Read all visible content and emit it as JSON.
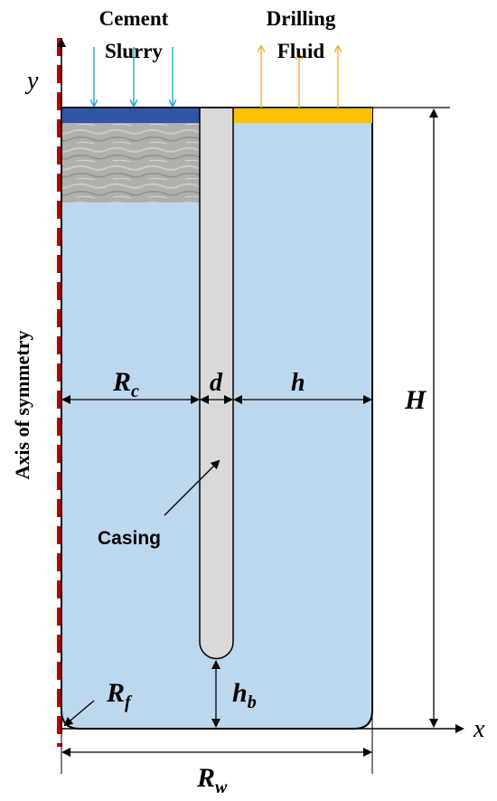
{
  "diagram": {
    "top_labels": {
      "cement_line1": "Cement",
      "cement_line2": "Slurry",
      "drilling_line1": "Drilling",
      "drilling_line2": "Fluid"
    },
    "axes": {
      "y": "y",
      "x": "x"
    },
    "axis_of_symmetry": "Axis of symmetry",
    "dimensions": {
      "rc_main": "R",
      "rc_sub": "c",
      "d": "d",
      "h": "h",
      "H": "H",
      "hb_main": "h",
      "hb_sub": "b",
      "rf_main": "R",
      "rf_sub": "f",
      "rw_main": "R",
      "rw_sub": "w"
    },
    "casing_label": "Casing",
    "colors": {
      "fluid": "#bdd7ee",
      "cement_bar": "#2f55a4",
      "drilling_bar": "#ffc000",
      "cement_arrows": "#1fa7d8",
      "drilling_arrows": "#f2b233",
      "casing": "#d9d9d9",
      "symmetry_dash": "#c00000"
    }
  }
}
